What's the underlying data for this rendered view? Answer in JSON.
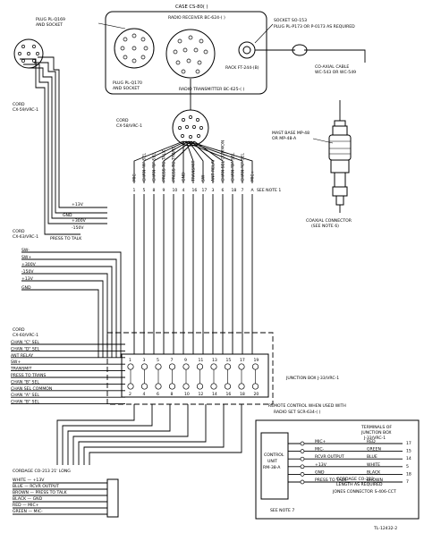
{
  "case": {
    "title": "CASE CS-80( )",
    "receiver": "RADIO RECEIVER BC-624-( )",
    "transmitter": "RADIO TRANSMITTER BC-625-( )",
    "rack": "RACK FT-244-(B)",
    "socket_so153": "SOCKET SO-153",
    "plug_pl173": "PLUG PL-P173 OR P-0173 AS REQUIRED",
    "plug_pl169_line1": "PLUG PL-Q169",
    "plug_pl169_line2": "AND SOCKET",
    "plug_pl170_line1": "PLUG PL-Q170",
    "plug_pl170_line2": "AND SOCKET"
  },
  "coax": {
    "cable_line1": "CO-AXIAL CABLE",
    "cable_line2": "WC-543 OR WC-549",
    "mast_line1": "MAST BASE MP-48",
    "mast_line2": "OR MP-48-A",
    "connector_line1": "COAXIAL CONNECTOR",
    "connector_line2": "(SEE NOTE 6)"
  },
  "cords": {
    "cx59_line1": "CORD",
    "cx59_line2": "CX-59/VRC-1",
    "cx58_line1": "CORD",
    "cx58_line2": "CX-58/VRC-1",
    "cx63_line1": "CORD",
    "cx63_line2": "CX-63/VRC-1",
    "cx60_line1": "CORD",
    "cx60_line2": "CX-60/VRC-1"
  },
  "cord1_wires": [
    "+13V",
    "GND",
    "+300V",
    "-150V",
    "PRESS TO TALK"
  ],
  "cord2_wires": [
    "SW-",
    "SW+",
    "+300V",
    "-150V",
    "+13V",
    "GND"
  ],
  "cord3_wires": [
    "CHAN \"C\" SEL",
    "CHAN \"D\" SEL",
    "ANT RELAY",
    "SW+",
    "TRANSMIT",
    "PRESS TO TRANS",
    "CHAN \"B\" SEL",
    "CHAN SEL COMMON",
    "CHAN \"A\" SEL",
    "CHAN \"B\" SEL"
  ],
  "fan_labels": [
    "MIC-",
    "CHAN \"A\" SEL",
    "CHAN \"B\" SEL",
    "PRESS TO TALK",
    "PRESS TO TRANS",
    "GND",
    "TRANSMIT",
    "SW-",
    "ANT RELAY",
    "CHAN SEL COMMON",
    "CHAN \"D\" SEL",
    "CHAN \"C\" SEL",
    "MIC+"
  ],
  "pin_numbers": [
    "1",
    "5",
    "8",
    "9",
    "10",
    "4",
    "16",
    "17",
    "3",
    "6",
    "18",
    "7",
    "A"
  ],
  "see_note1": "SEE NOTE 1",
  "junction": {
    "label": "JUNCTION BOX J-33/VRC-1",
    "top_terms": [
      "1",
      "3",
      "5",
      "7",
      "9",
      "11",
      "13",
      "15",
      "17",
      "19"
    ],
    "bottom_terms": [
      "2",
      "4",
      "6",
      "8",
      "10",
      "12",
      "14",
      "16",
      "18",
      "20"
    ]
  },
  "remote_note_line1": "REMOTE CONTROL WHEN USED WITH",
  "remote_note_line2": "RADIO SET SCR-634-( )",
  "cordage": {
    "title": "CORDAGE CO-213 21' LONG",
    "wires": [
      "WHITE — +13V",
      "BLUE — RCVR OUTPUT",
      "BROWN — PRESS TO TALK",
      "BLACK — GND",
      "RED — MIC+",
      "GREEN — MIC-"
    ]
  },
  "control_unit": {
    "label_line1": "CONTROL",
    "label_line2": "UNIT",
    "label_line3": "RM-38-A",
    "terminals_line1": "TERMINALS OF",
    "terminals_line2": "JUNCTION BOX",
    "terminals_line3": "J-33/VRC-1",
    "rows": [
      {
        "signal": "MIC+",
        "color": "RED",
        "term": "17"
      },
      {
        "signal": "MIC-",
        "color": "GREEN",
        "term": "15"
      },
      {
        "signal": "RCVR OUTPUT",
        "color": "BLUE",
        "term": "14"
      },
      {
        "signal": "+13V",
        "color": "WHITE",
        "term": "5"
      },
      {
        "signal": "GND",
        "color": "BLACK",
        "term": "18"
      },
      {
        "signal": "PRESS TO TALK",
        "color": "BROWN",
        "term": "7"
      }
    ],
    "length_line1": "CORDAGE CO-213",
    "length_line2": "LENGTH AS REQUIRED",
    "length_line3": "JONES CONNECTOR S-406-CCT",
    "see_note7": "SEE NOTE 7"
  },
  "figure_id": "TL-12432-2"
}
